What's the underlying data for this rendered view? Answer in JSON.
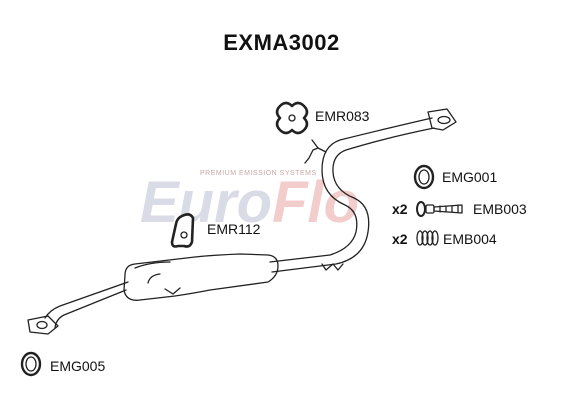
{
  "title": "EXMA3002",
  "watermark": {
    "brand": "EuroFlo",
    "tagline": "PREMIUM EMISSION SYSTEMS"
  },
  "parts": {
    "emr083": "EMR083",
    "emg001": "EMG001",
    "emb003": "EMB003",
    "emb004": "EMB004",
    "emr112": "EMR112",
    "emg005": "EMG005"
  },
  "quantities": {
    "emb003": "x2",
    "emb004": "x2"
  },
  "colors": {
    "stroke": "#222222",
    "watermark_grey": "#d6d9e4",
    "watermark_red": "#f1c4c4"
  }
}
